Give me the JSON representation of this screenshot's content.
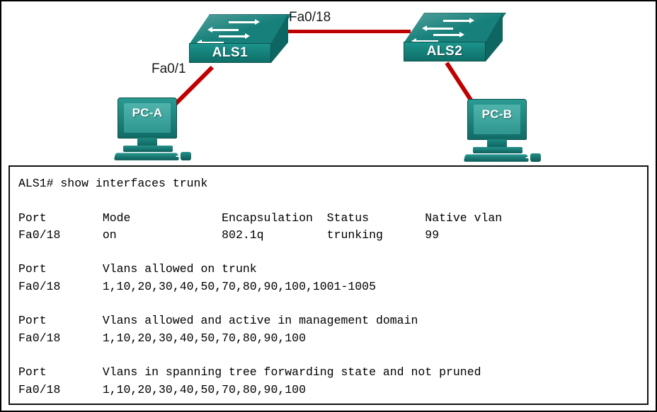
{
  "topology": {
    "link_color": "#c00000",
    "device_color": "#17807a",
    "devices": [
      {
        "id": "als1",
        "type": "switch",
        "label": "ALS1"
      },
      {
        "id": "als2",
        "type": "switch",
        "label": "ALS2"
      },
      {
        "id": "pca",
        "type": "pc",
        "label": "PC-A"
      },
      {
        "id": "pcb",
        "type": "pc",
        "label": "PC-B"
      }
    ],
    "links": [
      {
        "from": "ALS1",
        "to": "ALS2",
        "label": "Fa0/18"
      },
      {
        "from": "ALS1",
        "to": "PC-A",
        "label": "Fa0/1"
      },
      {
        "from": "ALS2",
        "to": "PC-B",
        "label": ""
      }
    ],
    "labels": {
      "trunk_link": "Fa0/18",
      "access_link": "Fa0/1"
    }
  },
  "cli": {
    "prompt": "ALS1#",
    "command": "show interfaces trunk",
    "prompt_line": "ALS1# show interfaces trunk",
    "sections": [
      {
        "headers": [
          "Port",
          "Mode",
          "Encapsulation",
          "Status",
          "Native vlan"
        ],
        "rows": [
          [
            "Fa0/18",
            "on",
            "802.1q",
            "trunking",
            "99"
          ]
        ]
      },
      {
        "headers": [
          "Port",
          "Vlans allowed on trunk"
        ],
        "rows": [
          [
            "Fa0/18",
            "1,10,20,30,40,50,70,80,90,100,1001-1005"
          ]
        ]
      },
      {
        "headers": [
          "Port",
          "Vlans allowed and active in management domain"
        ],
        "rows": [
          [
            "Fa0/18",
            "1,10,20,30,40,50,70,80,90,100"
          ]
        ]
      },
      {
        "headers": [
          "Port",
          "Vlans in spanning tree forwarding state and not pruned"
        ],
        "rows": [
          [
            "Fa0/18",
            "1,10,20,30,40,50,70,80,90,100"
          ]
        ]
      }
    ],
    "text": "ALS1# show interfaces trunk\n\nPort        Mode             Encapsulation  Status        Native vlan\nFa0/18      on               802.1q         trunking      99\n\nPort        Vlans allowed on trunk\nFa0/18      1,10,20,30,40,50,70,80,90,100,1001-1005\n\nPort        Vlans allowed and active in management domain\nFa0/18      1,10,20,30,40,50,70,80,90,100\n\nPort        Vlans in spanning tree forwarding state and not pruned\nFa0/18      1,10,20,30,40,50,70,80,90,100"
  }
}
